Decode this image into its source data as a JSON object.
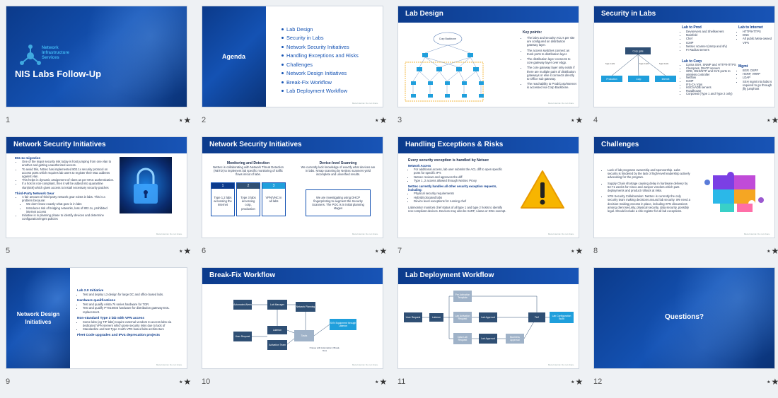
{
  "slides": [
    {
      "number": "1",
      "title": "NIS Labs Follow-Up",
      "logo_text": [
        "Network",
        "Infrastructure",
        "Services"
      ]
    },
    {
      "number": "2",
      "title": "Agenda",
      "items": [
        "Lab Design",
        "Security in Labs",
        "Network  Security Initiatives",
        "Handling Exceptions and Risks",
        "Challenges",
        "Network Design Initiatives",
        "Break-Fix Workflow",
        "Lab Deployment Workflow"
      ]
    },
    {
      "number": "3",
      "title": "Lab Design",
      "key_points_title": "Key points:",
      "key_points": [
        "The lab's and security ACL's per site are configured on distribution gateway layer.",
        "The access switches connect as trunk ports to distribution layer.",
        "The distribution layer connects to core gateway layer over ebgp.",
        "The core gateway layer only exists if there are multiple pairs of distribution gateways or else it connects directly to Office sub gateway.",
        "The reachability to Prod/Corp/Internet is accessed via Corp Backbone."
      ],
      "diagram_top": "Corp Backbone"
    },
    {
      "number": "4",
      "title": "Security in Labs",
      "lab_to_prod_title": "Lab to Prod",
      "lab_to_prod": [
        "Devservers and Shellservers",
        "Mainfold",
        "Chef",
        "ICMP",
        "Netsec scanner (snmp and sfv)",
        "FI Radius servers"
      ],
      "lab_to_corp_title": "Lab to Corp",
      "lab_to_corp": [
        "Liama SSH, SNMP and HTTP/HTTPS",
        "Clearpass, DHCP servers",
        "GRE, DNS/NTP and SVS ports to wireless controller",
        "Netflow",
        "ICMP",
        "IFS-CA VIps",
        "HSC/vADB servers",
        "Roadhouse",
        "Corporeal (Type 1 and Type 2 only)"
      ],
      "lab_to_internet_title": "Lab to Internet",
      "lab_to_internet": [
        "HTTP/HTTPS",
        "DNS",
        "All public Meta-owned VIPs"
      ],
      "mgmt_title": "Mgmt",
      "mgmt": [
        "BGP, OSPF",
        "HSRP, VRRP",
        "LDAP",
        "SSH mgmt into labs is required to go through jfly jumphost"
      ],
      "diagram": {
        "top": "Corp gate",
        "left": "Type 1 acls",
        "mid": "Type 2 acls",
        "right": "Type 3 acls",
        "b1": "Production",
        "b2": "Corp",
        "b3": "Internet"
      }
    },
    {
      "number": "5",
      "title": "Network Security Initiatives",
      "sections": [
        {
          "head": "802.1x migration",
          "items": [
            "One of the major security risk today is host jumping from one vlan to another and getting unauthorized access.",
            "To avoid this, NISec has implemented 802.1x security protocol on access ports which requires lab users to register their Mac address against vlan.",
            "This helps in dynamic assignment of vlans as per MAC authentication.",
            "If a host is non-compliant, then it will be added into quarantine vlan(549) which gives access to install necessary security patches"
          ]
        },
        {
          "head": "Third-Party Network Gear",
          "items": [
            "A fair amount of third-party network gear exists in labs. This is a problem because:",
            "We don't know exactly what gear is in labs",
            "Introduces risk of bridging networks, loss of 802.1x, prohibited internet access",
            "Initiative is in planning phase to identify devices and determine configuration/mgmt policies"
          ]
        }
      ]
    },
    {
      "number": "6",
      "title": "Network Security Initiatives",
      "left_head": "Monitoring and Detection",
      "left_text": "NetSec is collaborating with Network Threat Detection (NETD) to implement lab specific monitoring of traffic flows in/out of labs.",
      "right_head": "Device-level Scanning",
      "right_text": "We currently lack knowledge of exactly what devices are in labs. Nmap scanning by NetSec scanners yield incomplete and unverified results.",
      "steps": [
        {
          "n": "1",
          "t": "Type 1,2 labs accessing the Internet"
        },
        {
          "n": "2",
          "t": "Type 3 labs accessing corp, production"
        },
        {
          "n": "3",
          "t": "VPN/VNC in all labs"
        }
      ],
      "right_box": "We are investigating using DHCP fingerprinting to augment the Security Scanners. The POC is in initial planning stages"
    },
    {
      "number": "7",
      "title": "Handling Exceptions & Risks",
      "head": "Every security exception is handled by Netsec",
      "netaccess_title": "Network Access",
      "netaccess": [
        "For additional access, lab user submits the ACL diff to open specific ports for specific IP's",
        "Netsec reviews and approves the diff",
        "Type 1, 2 access allowed through NetSec Proxy"
      ],
      "ex_title": "NetSec currently handles all other security exception requests, including:",
      "ex_items": [
        "Physical security requirements",
        "Hybrid/colocated labs",
        "Device level exceptions for running chef"
      ],
      "footer": "Labmonitor monitors chef status of all type 1 and type 2 hosts to identify non-compliant devices. Devices may also be SeRF, Llama or DNA exempt."
    },
    {
      "number": "8",
      "title": "Challenges",
      "items": [
        "Lack of lab programs ownership and sponsorship. Labs security is hindered by the lack of high-level leadership actively advocating for the program.",
        "Supply Chain shortage causing delay in hardware delivery by 52-71 weeks for Cisco and Juniper vendors which puts deployments and product rollouts at risks.",
        "XFN Security Collaboration: NetSec is currently the only security team making decisions around lab security. We need a decision-making process in place, including XFN discussions among client security, physical security, data security, possibly legal. Should include a risk register for all lab exceptions."
      ]
    },
    {
      "number": "9",
      "title": "Network Design Initiatives",
      "sections": [
        {
          "head": "Lab 2.0 Initiative",
          "items": [
            "Test and deploy L3 design for large DC and office based labs."
          ]
        },
        {
          "head": "Hardware qualifications",
          "items": [
            "Test and qualify Arista 7k series hardware for TOR.",
            "Test and qualify PTX10003 hardware for distribution gateway EOL replacement."
          ]
        },
        {
          "head": "Non-standard Type 3 lab with VPN access",
          "items": [
            "Some labs (eg TIP labs) require external vendors to access labs via dedicated VPN servers which pose security risks due to lack of",
            "Standardize and test Type 3 with VPN based labs architecture"
          ]
        },
        {
          "head": "Fleet Code upgrades and IPv4 deprecation projects",
          "items": []
        }
      ]
    },
    {
      "number": "10",
      "title": "Break-Fix Workflow",
      "nodes": [
        "Automated Alerts",
        "Lab Manager",
        "Network Planning",
        "User Request",
        "Labmon",
        "Activation Team",
        "Tasks",
        "SVN Equipment through Labmon",
        "If issue with Automation | Break-fixes"
      ]
    },
    {
      "number": "11",
      "title": "Lab Deployment Workflow",
      "nodes": [
        "User Request",
        "Labmon",
        "Pre Activation Template",
        "Lab Activation Request",
        "Lab Approval",
        "Tix2",
        "Lab Configuration Build",
        "Data Lab Request",
        "Lab Approval",
        "Business Approval"
      ]
    },
    {
      "number": "12",
      "title": "Questions?"
    }
  ],
  "footer_text": "Meta Internal. Do not share."
}
